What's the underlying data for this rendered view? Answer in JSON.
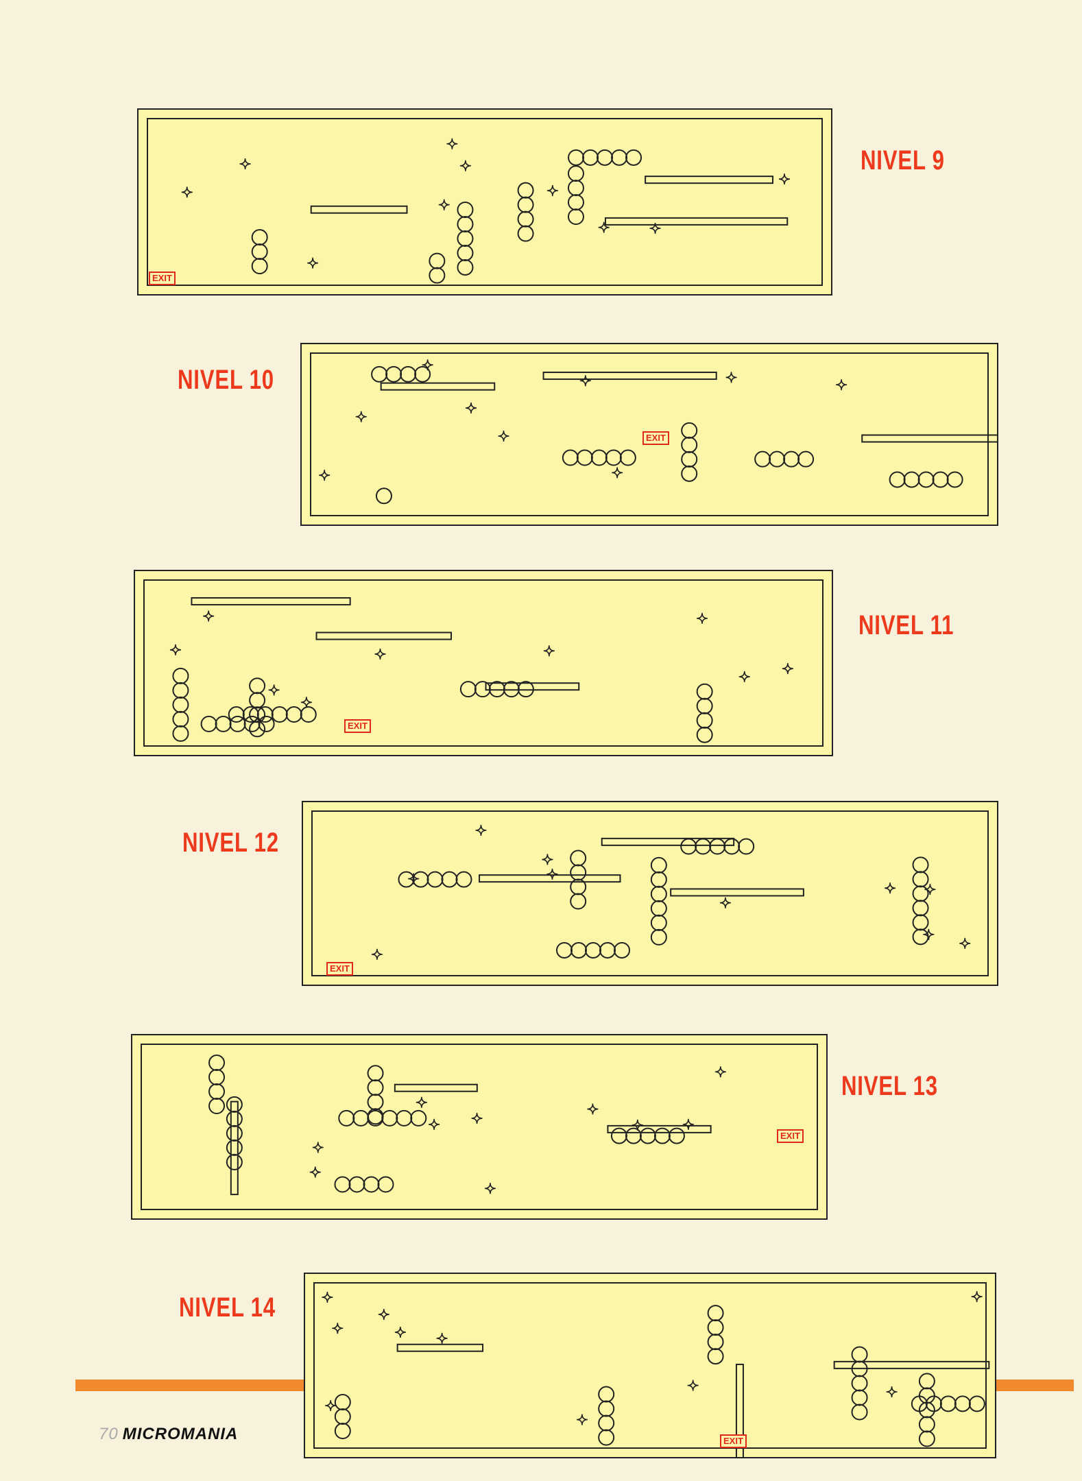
{
  "levels": [
    {
      "label": "NIVEL 9",
      "exit": "EXIT"
    },
    {
      "label": "NIVEL 10",
      "exit": "EXIT"
    },
    {
      "label": "NIVEL 11",
      "exit": "EXIT"
    },
    {
      "label": "NIVEL 12",
      "exit": "EXIT"
    },
    {
      "label": "NIVEL 13",
      "exit": "EXIT"
    },
    {
      "label": "NIVEL 14",
      "exit": "EXIT"
    }
  ],
  "footer": {
    "page_number": "70",
    "magazine": "MICROMANIA"
  },
  "colors": {
    "label": "#ee3a1c",
    "map_fill": "#fbf6a8",
    "accent_bar": "#f08a2c",
    "paper": "#f8f1dc"
  }
}
